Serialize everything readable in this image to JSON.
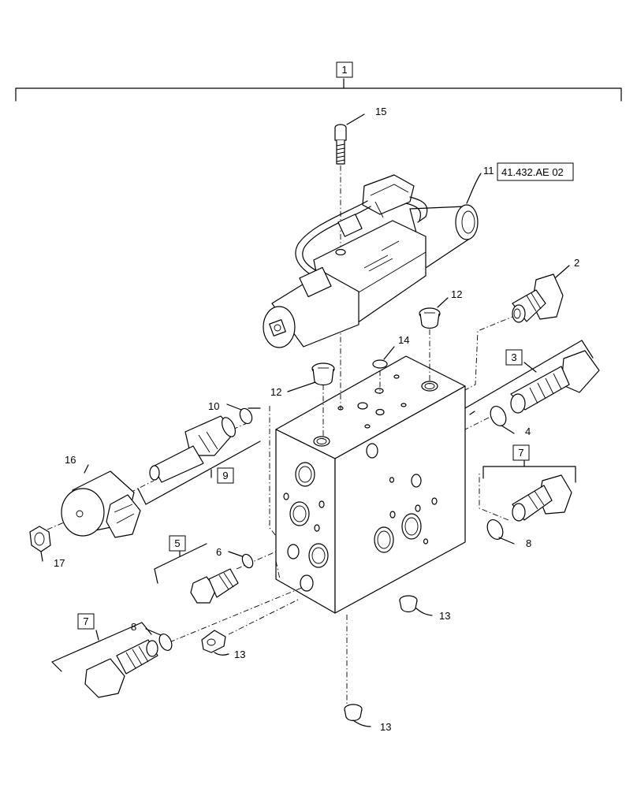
{
  "callouts": {
    "c1": "1",
    "c2": "2",
    "c3": "3",
    "c4": "4",
    "c5": "5",
    "c6": "6",
    "c7a": "7",
    "c7b": "7",
    "c8a": "8",
    "c8b": "8",
    "c9": "9",
    "c10": "10",
    "c11": "11",
    "c11_ref": "41.432.AE 02",
    "c12a": "12",
    "c12b": "12",
    "c13a": "13",
    "c13b": "13",
    "c13c": "13",
    "c14": "14",
    "c15": "15",
    "c16": "16",
    "c17": "17"
  }
}
